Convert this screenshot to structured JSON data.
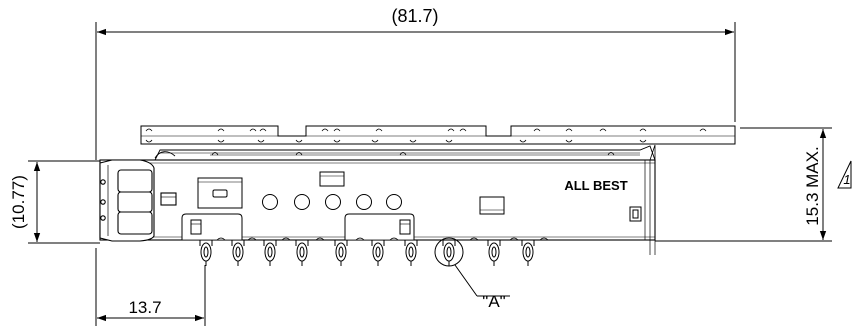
{
  "dimensions": {
    "overall_length": "(81.7)",
    "height_ref": "(10.77)",
    "max_height": "15.3 MAX.",
    "offset": "13.7"
  },
  "labels": {
    "brand": "ALL BEST",
    "detail_callout": "\"A\"",
    "revision_marker": "1"
  },
  "counts": {
    "holes": 5,
    "press_fit_pins": 10
  }
}
